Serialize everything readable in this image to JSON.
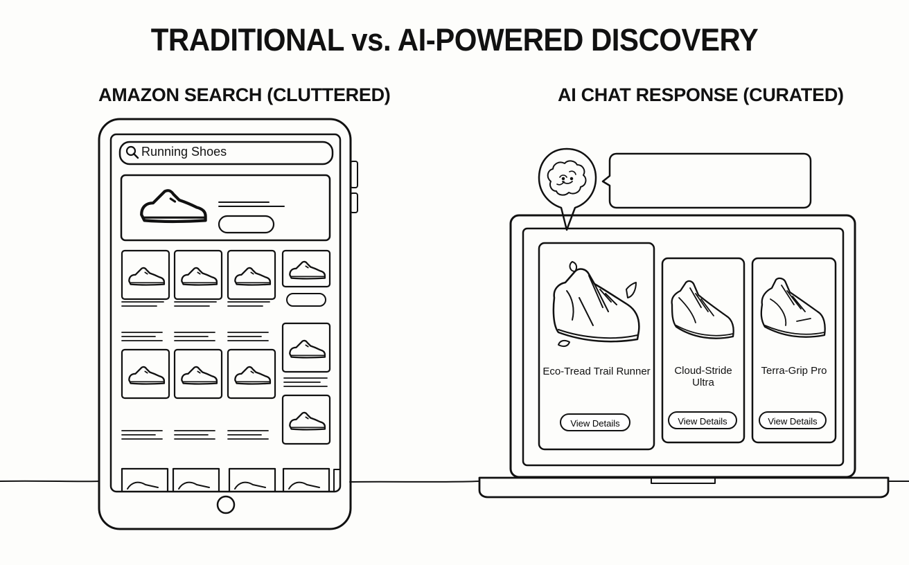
{
  "title": "TRADITIONAL vs. AI-POWERED DISCOVERY",
  "left_panel": {
    "heading": "AMAZON SEARCH (CLUTTERED)",
    "search_value": "Running Shoes",
    "icons": [
      "search-icon",
      "shoe-icon",
      "home-button-icon"
    ]
  },
  "right_panel": {
    "heading": "AI CHAT RESPONSE (CURATED)",
    "assistant_icon": "brain-icon",
    "products": [
      {
        "name": "Eco-Tread Trail Runner",
        "button": "View Details"
      },
      {
        "name": "Cloud-Stride Ultra",
        "button": "View Details"
      },
      {
        "name": "Terra-Grip Pro",
        "button": "View Details"
      }
    ]
  }
}
